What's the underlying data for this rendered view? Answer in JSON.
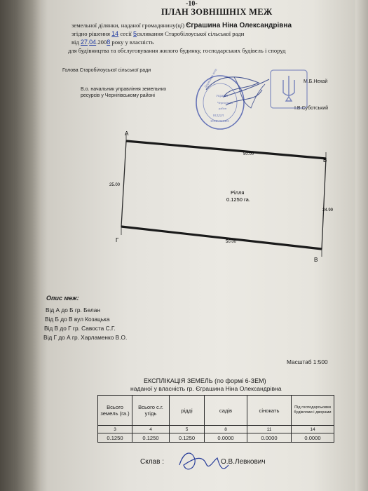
{
  "doc": {
    "page_number": "-10-",
    "title": "ПЛАН ЗОВНІШНІХ МЕЖ",
    "line1_text": "земельної ділянки, наданої громадянину(ці)",
    "owner_name": "Єграшина Ніна Олександрівна",
    "line2_prefix": "згідно рішення",
    "line2_session_num": "14",
    "line2_mid": "сесії",
    "line2_conv_num": "5",
    "line2_suffix": "скликання Старобілоуської сільської ради",
    "line3_prefix": "від",
    "line3_day": "27",
    "line3_month": "04",
    "line3_year_prefix": ".200",
    "line3_year_suffix": "8",
    "line3_suffix": "року у власність",
    "line4_text": "для будівництва та обслуговування жилого будинку, господарських будівель і споруд"
  },
  "signatures": {
    "head_title": "Голова Старобілоуської сільської ради",
    "head_name": "М.Б.Нехай",
    "chief_title_1": "В.о. начальник управління земельних",
    "chief_title_2": "ресурсів у Чернігівському районі",
    "chief_name": "І.В.Суботський"
  },
  "stamp": {
    "lines": [
      "Державне агентство",
      "України",
      "Чернігівськ",
      "район",
      "ВІДДІЛ",
      "ЗЕМЕЛЬНИХ"
    ],
    "emblem": "trident"
  },
  "plan": {
    "points": [
      "А",
      "Б",
      "В",
      "Г"
    ],
    "side_ab": "50.00",
    "side_bv": "24.99",
    "side_vg": "50.00",
    "side_ga": "25.00",
    "land_type": "Рілля",
    "area": "0.1250 га."
  },
  "boundaries": {
    "heading": "Опис меж:",
    "lines": [
      "Від А до Б гр. Белан",
      "Від Б до В вул Козацька",
      "Від В до Г гр. Савоста С.Г.",
      "Від Г до А гр. Харламенко В.О."
    ]
  },
  "scale": "Масштаб 1:500",
  "explication": {
    "title": "ЕКСПЛІКАЦІЯ ЗЕМЕЛЬ (по формі 6-ЗЕМ)",
    "subtitle": "наданої у власність гр. Єграшина Ніна Олександрівна",
    "headers": [
      "Всього земель (га.)",
      "Всього с.г. угідь",
      "рідді",
      "садів",
      "сінокать",
      "Під господарськими будівлями і дворами"
    ],
    "col_numbers": [
      "3",
      "4",
      "5",
      "8",
      "11",
      "14"
    ],
    "values": [
      "0.1250",
      "0.1250",
      "0.1250",
      "0.0000",
      "0.0000",
      "0.0000"
    ]
  },
  "footer": {
    "label": "Склав :",
    "name": "О.В.Левкович"
  }
}
